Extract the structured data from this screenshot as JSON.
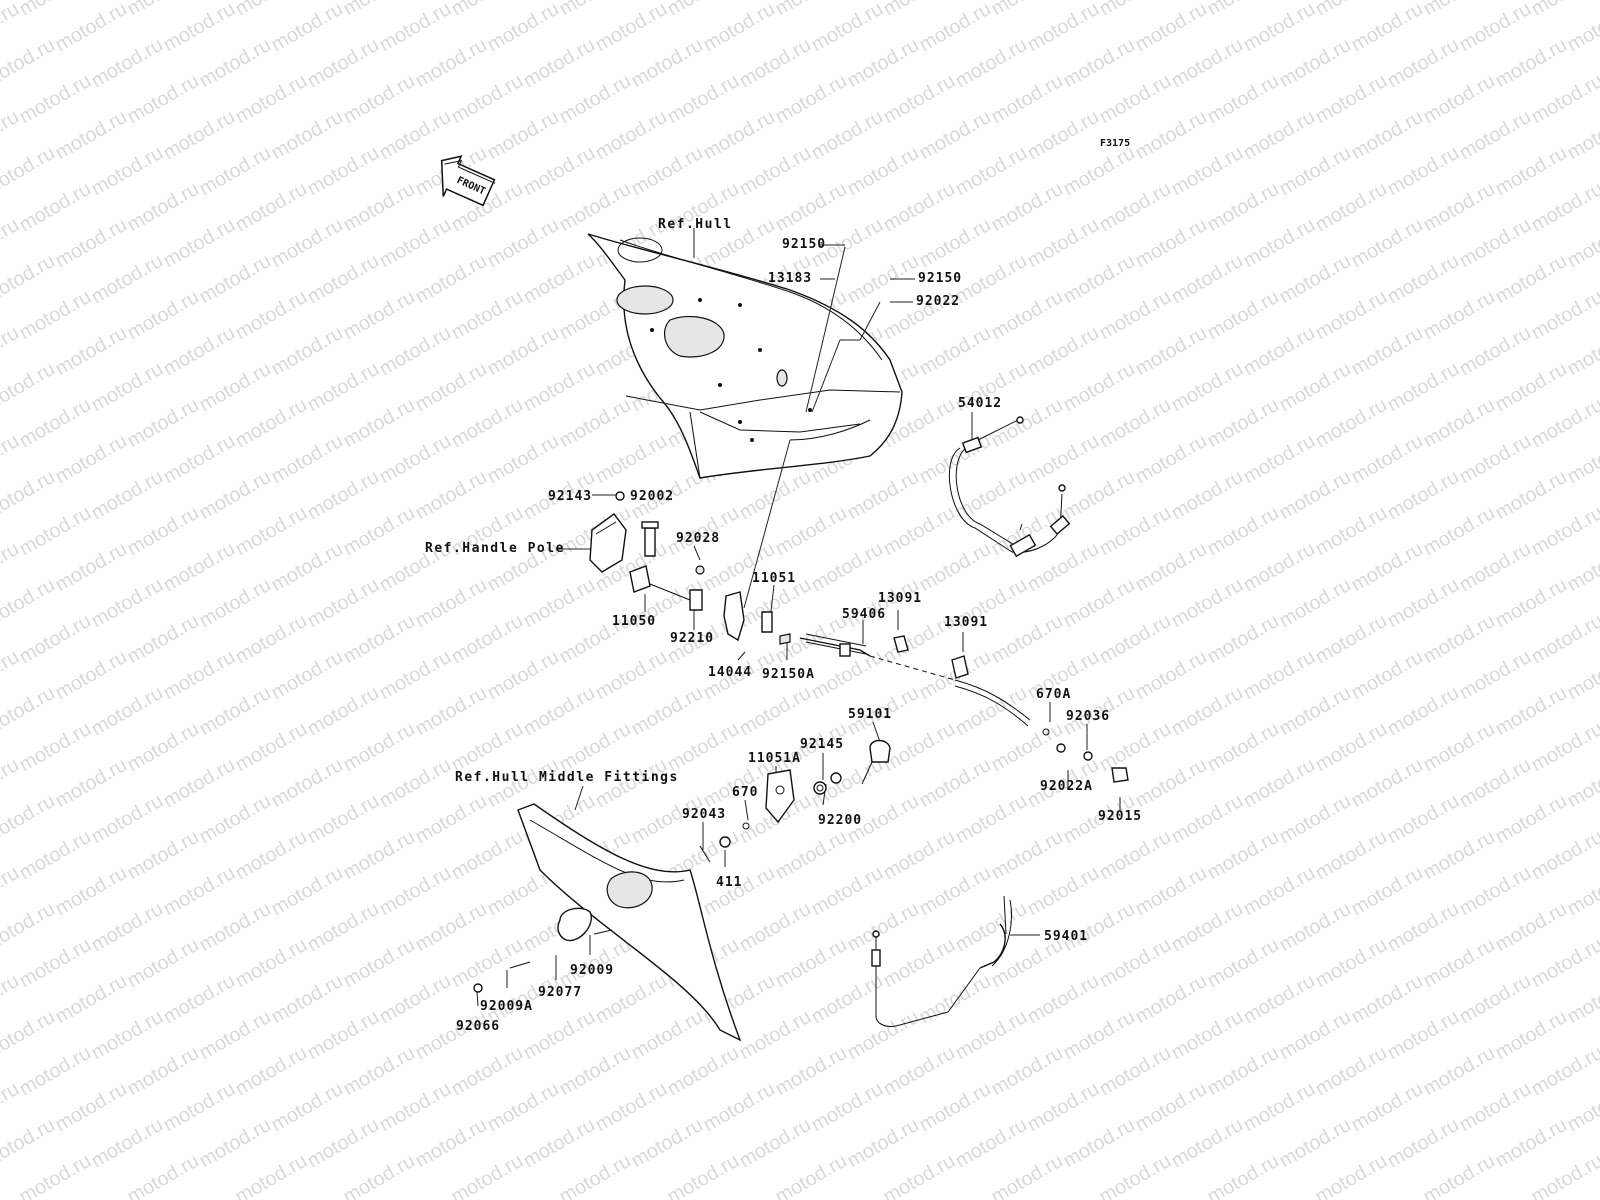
{
  "watermark": "motod.ru",
  "figure_code": "F3175",
  "front_arrow": "FRONT",
  "refs": {
    "hull": "Ref.Hull",
    "handle_pole": "Ref.Handle Pole",
    "middle_fittings": "Ref.Hull Middle Fittings"
  },
  "parts": [
    "92150",
    "13183",
    "92150",
    "92022",
    "54012",
    "92143",
    "92002",
    "92028",
    "11050",
    "92210",
    "14044",
    "11051",
    "92150A",
    "59406",
    "13091",
    "13091",
    "670A",
    "92036",
    "92022A",
    "92015",
    "59101",
    "92145",
    "92200",
    "11051A",
    "670",
    "92043",
    "411",
    "92009",
    "92077",
    "92009A",
    "92066",
    "59401"
  ]
}
